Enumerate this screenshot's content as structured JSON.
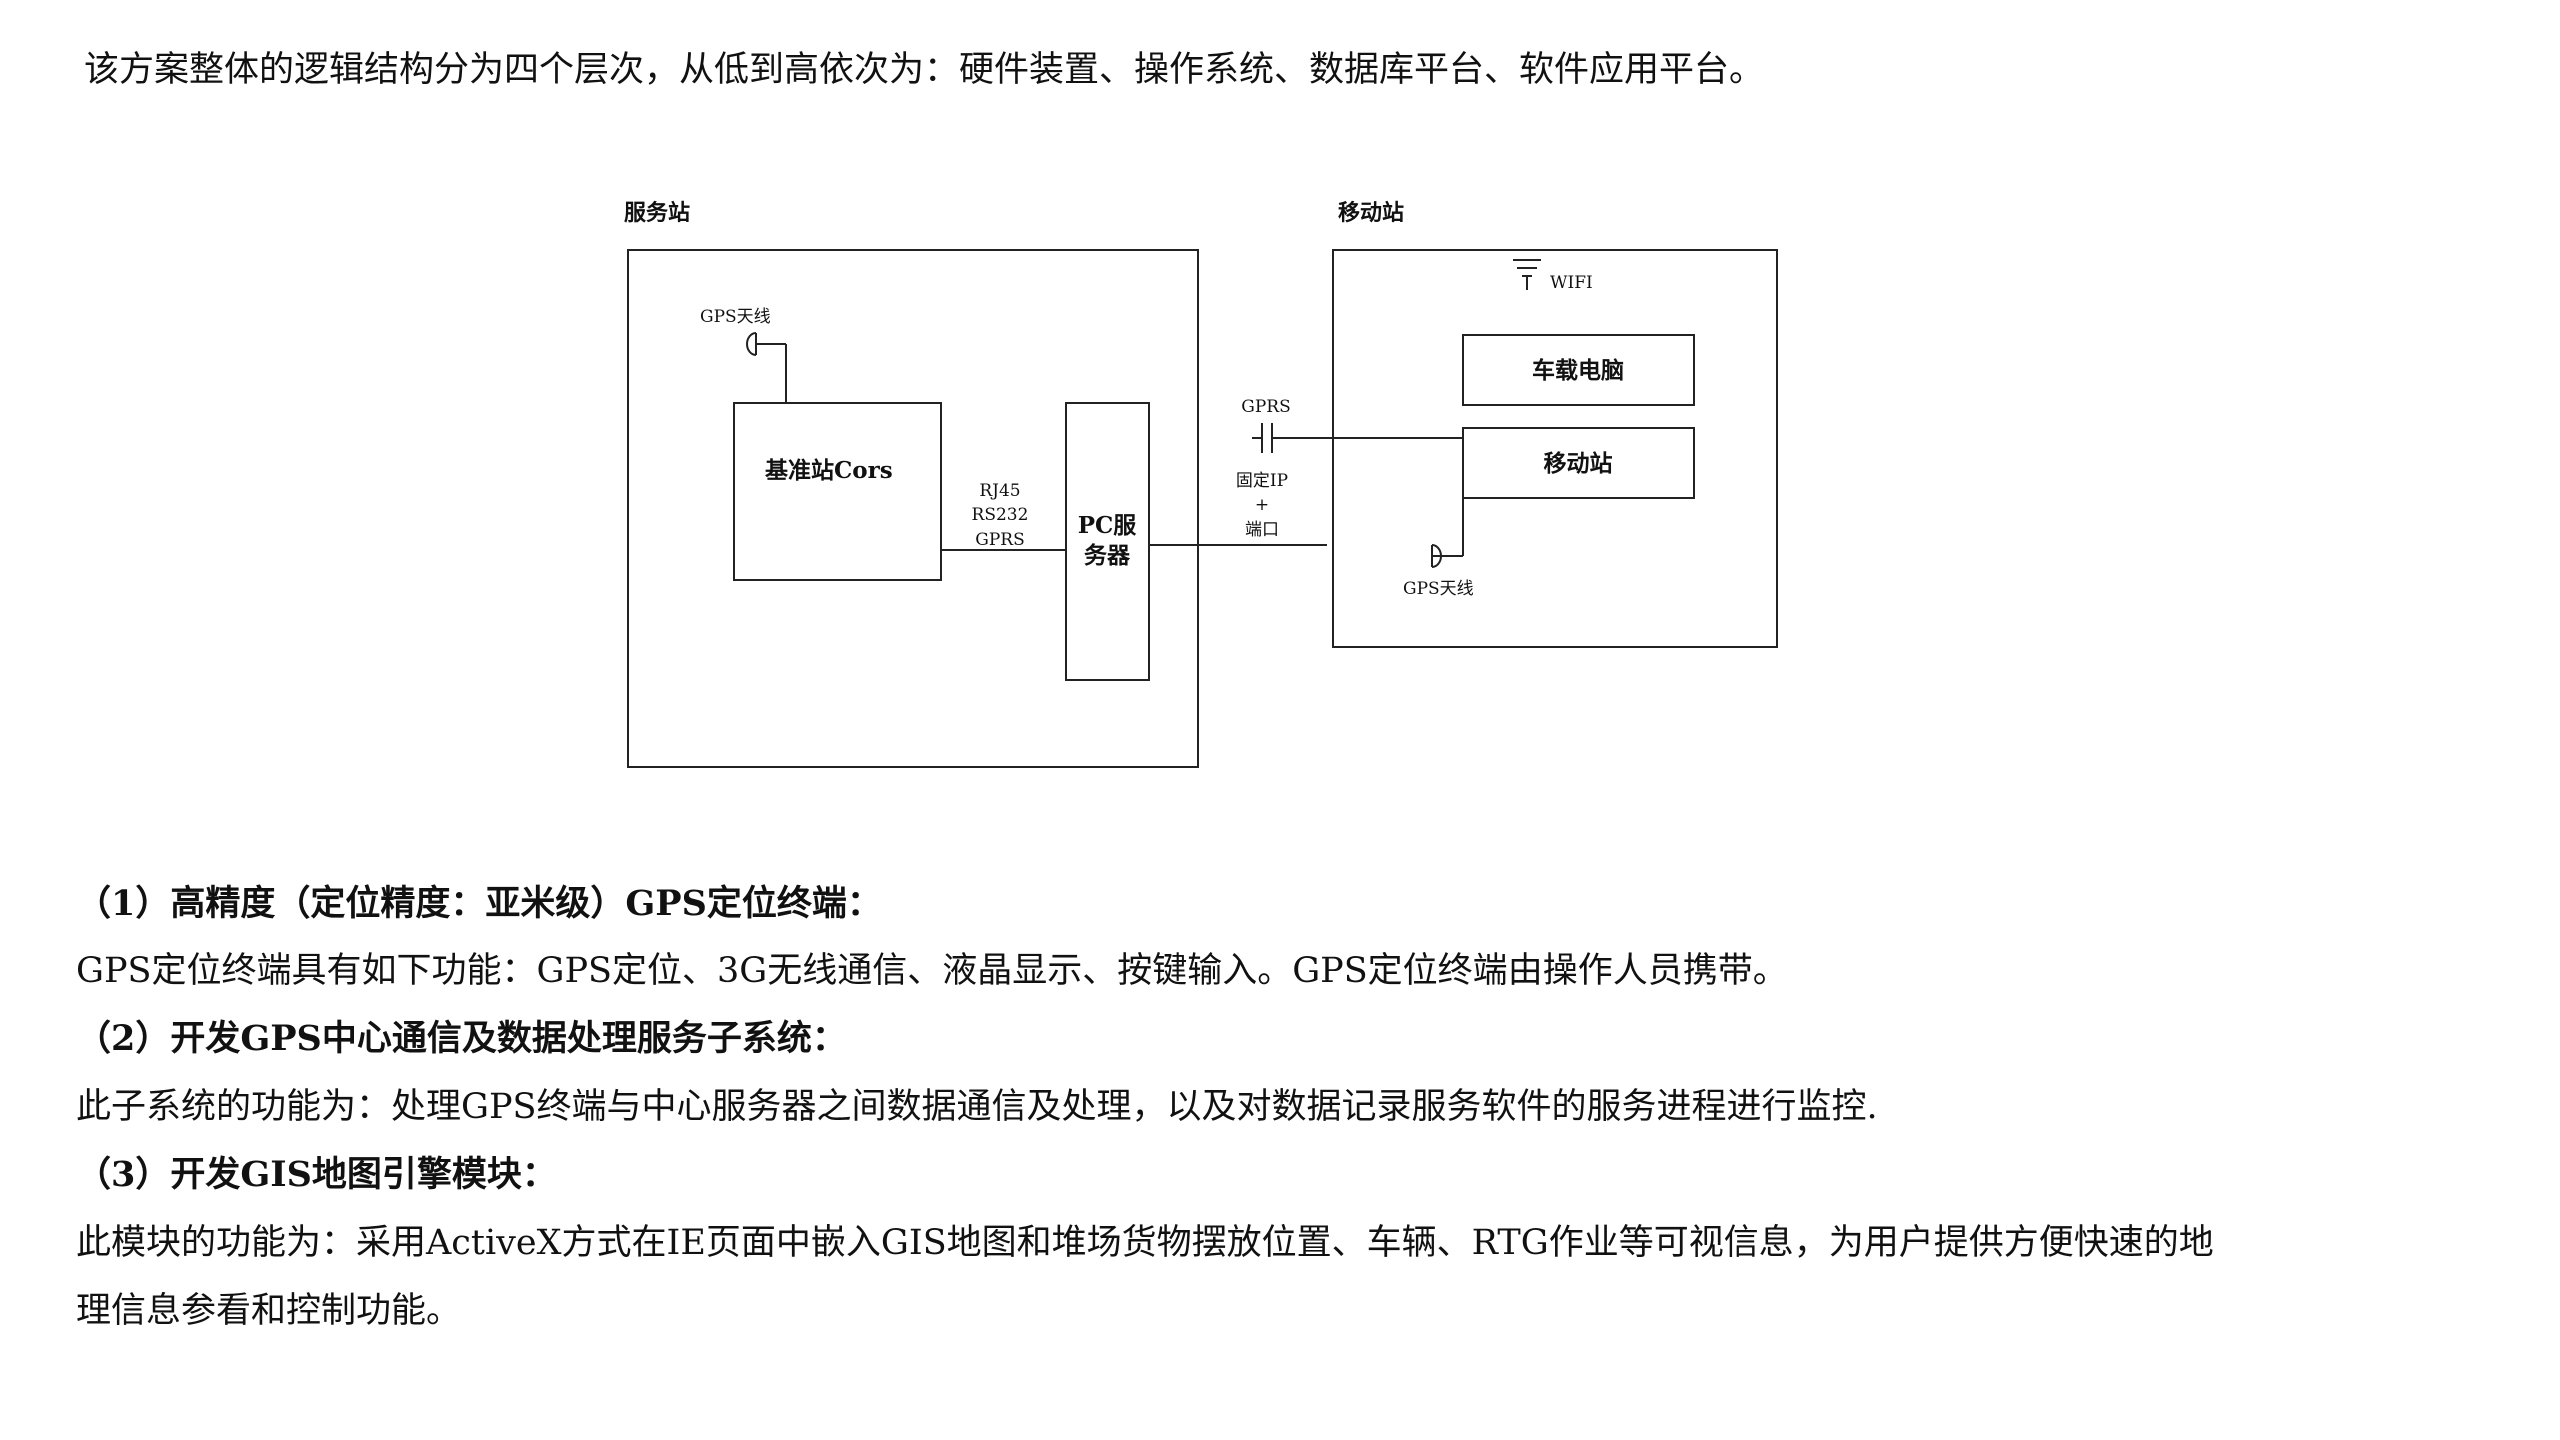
{
  "intro": "该方案整体的逻辑结构分为四个层次，从低到高依次为：硬件装置、操作系统、数据库平台、软件应用平台。",
  "diagram": {
    "service_station": {
      "title": "服务站",
      "gps_antenna": "GPS天线",
      "cors_box": "基准站Cors",
      "link_lines": [
        "RJ45",
        "RS232",
        "GPRS"
      ],
      "pc_server_lines": [
        "PC服",
        "务器"
      ]
    },
    "network_link": {
      "gprs": "GPRS",
      "fixed_ip_lines": [
        "固定IP",
        "+",
        "端口"
      ]
    },
    "mobile_station": {
      "title": "移动站",
      "wifi": "WIFI",
      "vehicle_pc": "车载电脑",
      "mobile_box": "移动站",
      "gps_antenna": "GPS天线"
    }
  },
  "sections": [
    {
      "heading": "（1）高精度（定位精度：亚米级）GPS定位终端：",
      "body": [
        "GPS定位终端具有如下功能：GPS定位、3G无线通信、液晶显示、按键输入。GPS定位终端由操作人员携带。"
      ]
    },
    {
      "heading": "（2）开发GPS中心通信及数据处理服务子系统：",
      "body": [
        "此子系统的功能为：处理GPS终端与中心服务器之间数据通信及处理，以及对数据记录服务软件的服务进程进行监控."
      ]
    },
    {
      "heading": "（3）开发GIS地图引擎模块：",
      "body": [
        "此模块的功能为：采用ActiveX方式在IE页面中嵌入GIS地图和堆场货物摆放位置、车辆、RTG作业等可视信息，为用户提供方便快速的地",
        "理信息参看和控制功能。"
      ]
    }
  ]
}
